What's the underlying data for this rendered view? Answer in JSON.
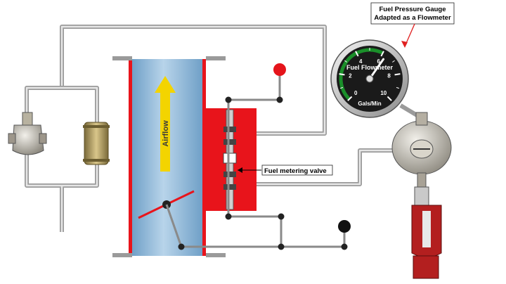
{
  "labels": {
    "airflow": "Airflow",
    "metering_valve": "Fuel metering valve",
    "callout_line1": "Fuel Pressure Gauge",
    "callout_line2": "Adapted as a Flowmeter"
  },
  "gauge": {
    "title": "Fuel Flowmeter",
    "units": "Gals/Min",
    "scale_min": 0,
    "scale_max": 10,
    "tick_labels": [
      "0",
      "2",
      "4",
      "6",
      "8",
      "10"
    ],
    "needle_value": 6.3,
    "green_band": [
      0,
      6
    ]
  },
  "colors": {
    "venturi_body": "#e8141b",
    "throat_blue": "#8fb8d8",
    "arrow_yellow": "#f3d400",
    "pipe": "#bdbdbd",
    "knob_red": "#e5141b",
    "knob_black": "#111111",
    "gauge_green": "#1a8f2a"
  }
}
